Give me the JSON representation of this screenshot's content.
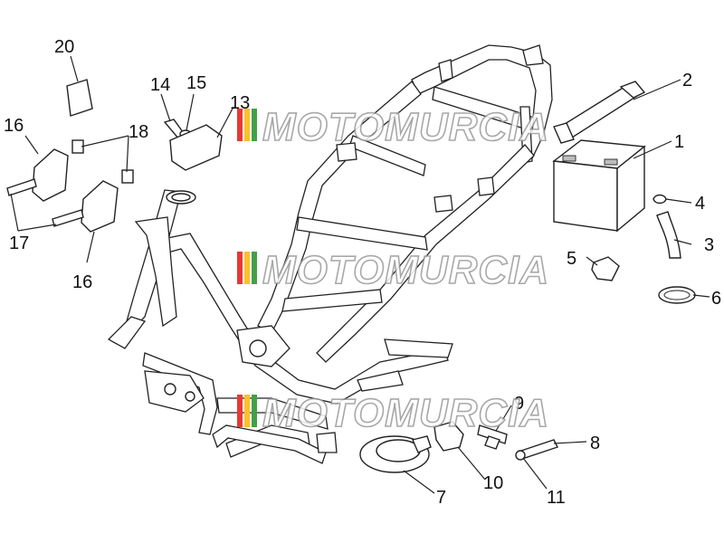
{
  "callouts": [
    "1",
    "2",
    "3",
    "4",
    "5",
    "6",
    "7",
    "8",
    "9",
    "10",
    "11",
    "13",
    "14",
    "15",
    "16",
    "16",
    "17",
    "18",
    "20"
  ],
  "watermark": {
    "text": "MOTOMURCIA",
    "colors": [
      "#e53935",
      "#fbc02d",
      "#43a047"
    ]
  }
}
